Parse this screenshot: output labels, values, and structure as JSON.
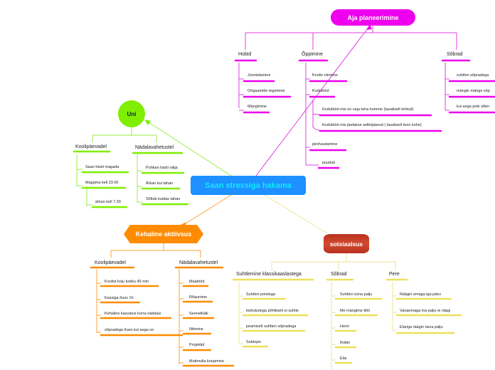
{
  "center": "Saan stressiga hakama",
  "aja": {
    "title": "Aja planeerimine",
    "hobid": {
      "title": "Hobid",
      "items": [
        "Joonistamine",
        "Origaamide tegemine",
        "Mängimine"
      ]
    },
    "oppimine": {
      "title": "Õppimine",
      "items": [
        "Koolis olemine",
        "Kodutööd",
        "Kodutööd mis on vaja teha homme (tavaliselt tehtud)",
        "Kodutööd mis jäetakse sellelpäeval ( tavaliselt teen kohe)",
        "järelvastamine",
        "puudub"
      ]
    },
    "sobrad": {
      "title": "Sõbrad",
      "items": [
        "suhtlen sõpradega",
        "mängin mänge sõp",
        "kui aega pole ütlen"
      ]
    }
  },
  "uni": {
    "title": "Uni",
    "koolipaevadel": {
      "title": "Koolipäevadel",
      "items": [
        "Saan hästi magada",
        "Magama kell 23.00",
        "ärkan kell 7.30"
      ]
    },
    "nadalavahetustel": {
      "title": "Nädalavahetustel",
      "items": [
        "Puhkan hästi välja",
        "Ärkan kui tahan",
        "Sõltub kuidas tahan"
      ]
    }
  },
  "kehaline": {
    "title": "Kehaline aktiivsus",
    "koolipaevadel": {
      "title": "Koolipäevadel",
      "items": [
        "Koolist koju kokku 45 min",
        "Kassiga õues 1h",
        "Kehaline kasvatus korra nädalas",
        "sõpradega õues kui aega on"
      ]
    },
    "nadalavahetustel": {
      "title": "Nädalavahetustel",
      "items": [
        "Maatööd",
        "Rõaumine",
        "Seenelkäik",
        "Niitmine",
        "Projektid",
        "Mutimulla korjamine"
      ]
    }
  },
  "sotsiaalsus": {
    "title": "sotsiaalsus",
    "klassikaaslased": {
      "title": "Suhtlemine klassikaaslastega",
      "items": [
        "Suhtlen poistega",
        "tüdrukutega põhiliselt ei suhtle",
        "peamiselt suhtlen sõpradega",
        "Subtopic"
      ]
    },
    "sobrad": {
      "title": "Sõbrad",
      "items": [
        "Suhtlen üsna palju",
        "Me mängime tihti",
        "Henri",
        "Robin",
        "Elar"
      ]
    },
    "pere": {
      "title": "Pere",
      "items": [
        "Räägin emaga iga päev",
        "Vanaemaga ma palju ei räägi",
        "Elariga räägin üsna palju"
      ]
    }
  },
  "colors": {
    "aja": "#ee00ee",
    "uni": "#7fee00",
    "kehaline": "#ff8c00",
    "sotsiaalsus": "#ede05a",
    "center": "#1e90ff"
  }
}
